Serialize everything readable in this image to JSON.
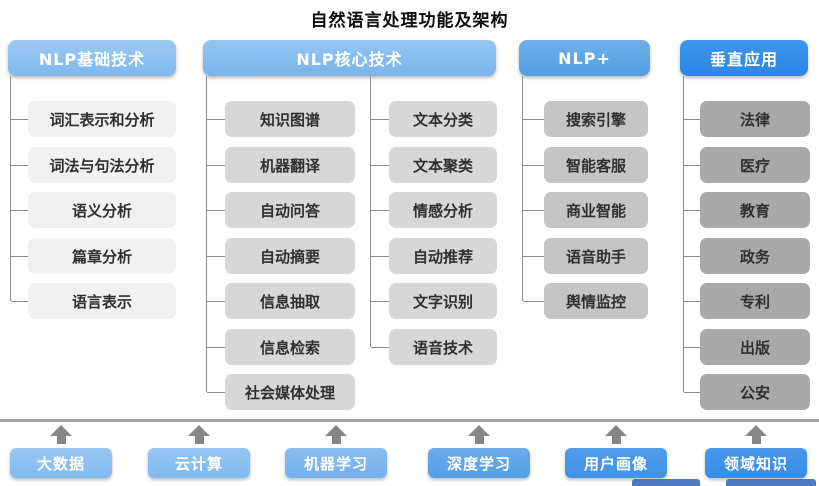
{
  "title": "自然语言处理功能及架构",
  "columns": [
    {
      "header": "NLP基础技术",
      "items": [
        "词汇表示和分析",
        "词法与句法分析",
        "语义分析",
        "篇章分析",
        "语言表示"
      ]
    },
    {
      "header": "NLP核心技术",
      "items_left": [
        "知识图谱",
        "机器翻译",
        "自动问答",
        "自动摘要",
        "信息抽取",
        "信息检索",
        "社会媒体处理"
      ],
      "items_right": [
        "文本分类",
        "文本聚类",
        "情感分析",
        "自动推荐",
        "文字识别",
        "语音技术"
      ]
    },
    {
      "header": "NLP+",
      "items": [
        "搜索引擎",
        "智能客服",
        "商业智能",
        "语音助手",
        "舆情监控"
      ]
    },
    {
      "header": "垂直应用",
      "items": [
        "法律",
        "医疗",
        "教育",
        "政务",
        "专利",
        "出版",
        "公安"
      ]
    }
  ],
  "foundation": {
    "labels": [
      "大数据",
      "云计算",
      "机器学习",
      "深度学习",
      "用户画像",
      "领域知识"
    ]
  },
  "colors": {
    "header_blue_light": "#8fc3f0",
    "header_blue_medium": "#5aa0e6",
    "header_blue_dark": "#2f8ce9",
    "item_gray_level1": "#f1f1f1",
    "item_gray_level2": "#d7d7d7",
    "item_gray_level3": "#c5c5c5",
    "item_gray_level4": "#a9a9a9",
    "connector_gray": "#8c8c8c",
    "arrow_gray": "#878787",
    "foundation_blue_light": "#98c8f2",
    "foundation_blue_dark": "#368ee8",
    "watermark_blue": "#2e63b5"
  }
}
